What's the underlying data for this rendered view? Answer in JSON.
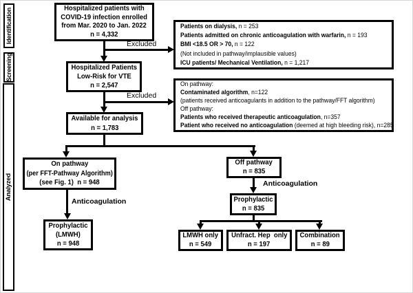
{
  "sidebar": {
    "identification": "Identification",
    "screening": "Screening",
    "analyzed": "Analyzed"
  },
  "boxes": {
    "enrolled": {
      "lines": [
        "Hospitalized patients with",
        "COVID-19 infection enrolled",
        "from Mar. 2020 to Jan. 2022",
        "n = 4,332"
      ]
    },
    "lowrisk": {
      "lines": [
        "Hospitalized Patients",
        "Low-Risk for VTE",
        "n = 2,547"
      ]
    },
    "available": {
      "lines": [
        "Available for analysis",
        "n = 1,783"
      ]
    },
    "on_pathway": {
      "lines": [
        "On pathway",
        "(per FFT-Pathway Algorithm)",
        "(see Fig. 1)  n = 948"
      ]
    },
    "prophylactic_lmwh": {
      "lines": [
        "Prophylactic",
        "(LMWH)",
        "n = 948"
      ]
    },
    "off_pathway": {
      "lines": [
        "Off pathway",
        "n = 835"
      ]
    },
    "prophylactic_off": {
      "lines": [
        "Prophylactic",
        "n = 835"
      ]
    },
    "lmwh_only": {
      "lines": [
        "LMWH only",
        "n = 549"
      ]
    },
    "unfract_hep": {
      "lines": [
        "Unfract. Hep  only",
        "n = 197"
      ]
    },
    "combination": {
      "lines": [
        "Combination",
        "n = 89"
      ]
    }
  },
  "exclusion_box_1": {
    "lines": [
      {
        "bold": "Patients on dialysis,",
        "rest": " n = 253"
      },
      {
        "bold": "Patients admitted on chronic anticoagulation with warfarin,",
        "rest": " n = 193"
      },
      {
        "bold": "BMI <18.5 OR > 70,",
        "rest": " n = 122"
      },
      {
        "bold": "",
        "rest": "(Not included in pathway/implausible values)"
      },
      {
        "bold": "ICU patients/ Mechanical Ventilation,",
        "rest": " n = 1,217"
      }
    ]
  },
  "exclusion_box_2": {
    "lines": [
      {
        "bold": "",
        "rest": "On pathway:"
      },
      {
        "bold": "Contaminated algorithm",
        "rest": ", n=122"
      },
      {
        "bold": "",
        "rest": "(patients received anticoagulants in addition to the pathway/FFT algorithm)"
      },
      {
        "bold": "",
        "rest": "Off pathway:"
      },
      {
        "bold": "Patients who received therapeutic anticoagulation",
        "rest": ", n=357"
      },
      {
        "bold": "Patient who received no anticoagulation",
        "rest": " (deemed at high bleeding risk), n=285"
      }
    ]
  },
  "labels": {
    "excluded_1": "Excluded",
    "excluded_2": "Excluded",
    "anticoagulation_left": "Anticoagulation",
    "anticoagulation_right": "Anticoagulation"
  },
  "colors": {
    "line": "#000000",
    "box_border": "#000000",
    "background": "#ffffff"
  }
}
